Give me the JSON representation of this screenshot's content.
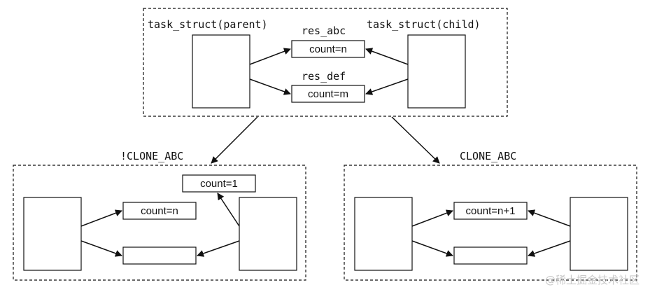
{
  "top": {
    "parent_label": "task_struct(parent)",
    "child_label": "task_struct(child)",
    "res_abc_label": "res_abc",
    "res_def_label": "res_def",
    "count_abc": "count=n",
    "count_def": "count=m"
  },
  "left": {
    "label": "!CLONE_ABC",
    "count_top": "count=1",
    "count_mid": "count=n"
  },
  "right": {
    "label": "CLONE_ABC",
    "count_mid": "count=n+1"
  },
  "watermark": "@稀土掘金技术社区"
}
